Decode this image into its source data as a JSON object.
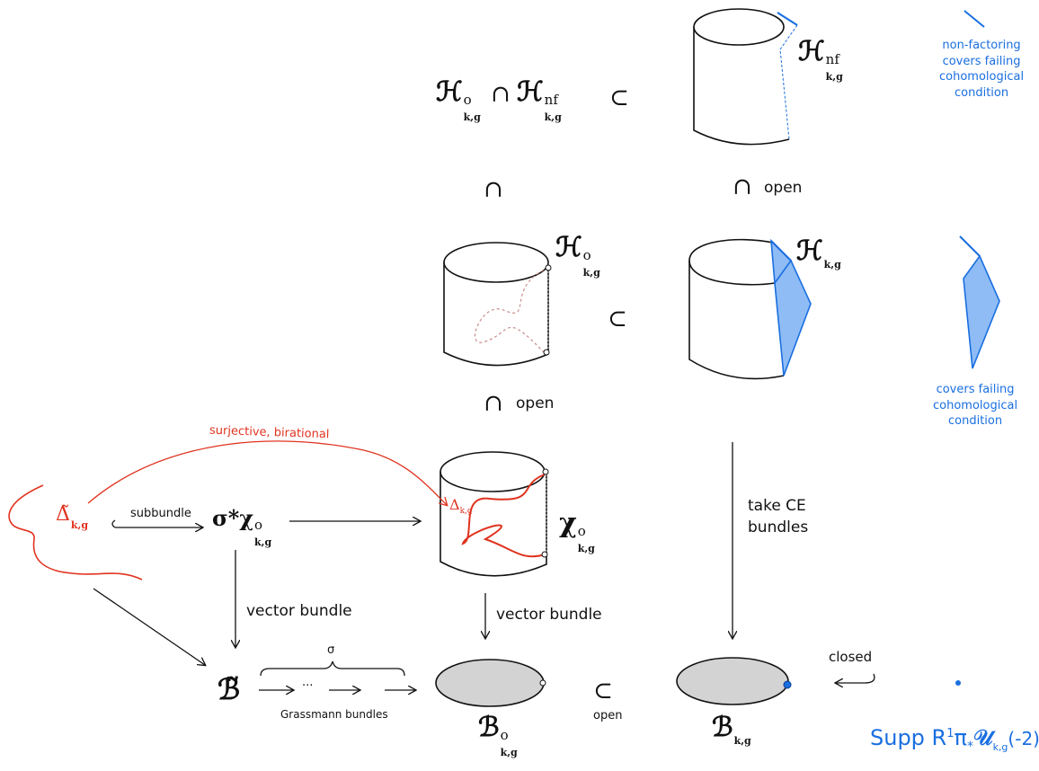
{
  "nodes": {
    "h_circ": {
      "sym": "ℋ",
      "sub": "k,g",
      "sup": "o"
    },
    "cap": "∩",
    "h_nf": {
      "sym": "ℋ",
      "sub": "k,g",
      "sup": "nf"
    },
    "h_nf_right": {
      "sym": "ℋ",
      "sub": "k,g",
      "sup": "nf"
    },
    "h_o_mid": {
      "sym": "ℋ",
      "sub": "k,g",
      "sup": "o"
    },
    "h_full": {
      "sym": "ℋ",
      "sub": "k,g"
    },
    "chi_o": {
      "sym": "χ",
      "sub": "k,g",
      "sup": "o"
    },
    "sigma_chi": {
      "prefix": "σ*",
      "sym": "χ",
      "sub": "k,g",
      "sup": "o"
    },
    "delta_tilde": {
      "sym": "Δ̃",
      "sub": "k,g"
    },
    "delta_small": {
      "sym": "Δ",
      "sub": "k,g"
    },
    "b_tilde": {
      "sym": "ℬ̃"
    },
    "b_o": {
      "sym": "ℬ",
      "sub": "k,g",
      "sup": "o"
    },
    "b_full": {
      "sym": "ℬ",
      "sub": "k,g"
    }
  },
  "relations": {
    "subset": "⊂",
    "meet": "∩",
    "open": "open",
    "closed": "closed"
  },
  "arrow_labels": {
    "subbundle": "subbundle",
    "vector_bundle_left": "vector bundle",
    "vector_bundle_mid": "vector bundle",
    "take_ce_line1": "take CE",
    "take_ce_line2": "bundles",
    "surjective": "surjective, birational",
    "sigma": "σ",
    "dots": "···",
    "grassmann": "Grassmann bundles",
    "open_bottom": "open"
  },
  "legend": {
    "nf_line1": "non-factoring",
    "nf_line2": "covers failing",
    "nf_line3": "cohomological",
    "nf_line4": "condition",
    "cf_line1": "covers failing",
    "cf_line2": "cohomological",
    "cf_line3": "condition"
  },
  "supp": {
    "text": "Supp R",
    "sup1": "1",
    "pi": "π",
    "star": "*",
    "U": "𝒰",
    "sub": "k,g",
    "tail": "(-2)"
  },
  "colors": {
    "ink": "#111111",
    "accent_blue": "#1a6fe0",
    "fill_blue": "#8fbcf5",
    "curve_red": "#e0331f",
    "disc_gray": "#d3d3d3",
    "dashed_pink": "#c98a8a"
  }
}
